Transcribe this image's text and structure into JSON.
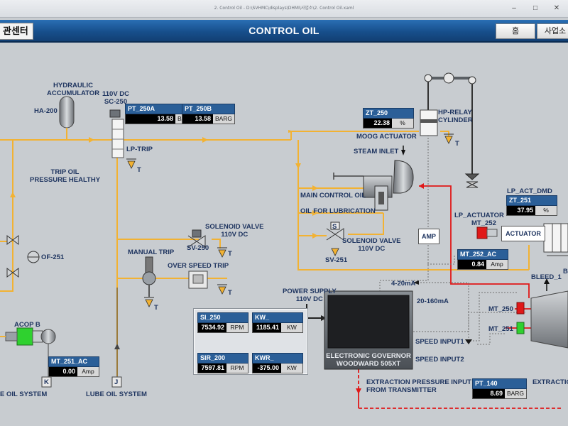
{
  "window": {
    "title": "2. Control Oil    - D:\\SVHMC\\displays\\DHMI\\사업소\\2. Control Oil.xaml",
    "minimize": "–",
    "maximize": "□",
    "close": "✕"
  },
  "header": {
    "left_tab": "관센터",
    "title": "CONTROL OIL",
    "home_button": "홈",
    "site_button": "사업소"
  },
  "labels": {
    "hydraulic_accumulator": "HYDRAULIC\nACCUMULATOR",
    "ha200": "HA-200",
    "dc110_sc250": "110V DC\nSC-250",
    "lp_trip": "LP-TRIP",
    "t1": "T",
    "trip_oil": "TRIP OIL\nPRESSURE HEALTHY",
    "of251": "OF-251",
    "solenoid_valve_1": "SOLENOID VALVE\n110V DC",
    "sv250": "SV-250",
    "t2": "T",
    "manual_trip": "MANUAL TRIP",
    "over_speed_trip": "OVER SPEED TRIP",
    "t3": "T",
    "t4": "T",
    "acop_b": "ACOP B",
    "k": "K",
    "j": "J",
    "lube_oil_left": "E OIL SYSTEM",
    "lube_oil_system": "LUBE OIL SYSTEM",
    "moog_actuator": "MOOG ACTUATOR",
    "hp_relay": "HP-RELAY\nCYLINDER",
    "t5": "T",
    "steam_inlet": "STEAM INLET",
    "main_control_oil": "MAIN CONTROL OIL",
    "oil_lub": "OIL FOR LUBRICATION",
    "s": "S",
    "solenoid_valve_2": "SOLENOID VALVE\n110V DC",
    "sv251": "SV-251",
    "amp": "AMP",
    "lp_act_dmd": "LP_ACT_DMD",
    "lp_actuator": "LP_ACTUATOR",
    "mt252": "MT_252",
    "actuator": "ACTUATOR",
    "bleed": "BLEED_1",
    "b_right": "B",
    "ma420": "4-20mA",
    "power_supply": "POWER SUPPLY\n110V DC",
    "ma20160": "20-160mA",
    "mt250": "MT_250",
    "mt251": "MT_251",
    "speed_input1": "SPEED INPUT1",
    "speed_input2": "SPEED INPUT2",
    "governor": "ELECTRONIC GOVERNOR\nWOODWARD 505XT",
    "extraction_pressure": "EXTRACTION PRESSURE INPUT\nFROM TRANSMITTER",
    "extraction_right": "EXTRACTIO"
  },
  "tags": {
    "pt250a": {
      "name": "PT_250A",
      "value": "13.58",
      "unit": "BARG"
    },
    "pt250b": {
      "name": "PT_250B",
      "value": "13.58",
      "unit": "BARG"
    },
    "zt250": {
      "name": "ZT_250",
      "value": "22.38",
      "unit": "%"
    },
    "zt251": {
      "name": "ZT_251",
      "value": "37.95",
      "unit": "%"
    },
    "mt252ac": {
      "name": "MT_252_AC",
      "value": "0.84",
      "unit": "Amp"
    },
    "mt251ac": {
      "name": "MT_251_AC",
      "value": "0.00",
      "unit": "Amp"
    },
    "pt140": {
      "name": "PT_140",
      "value": "8.69",
      "unit": "BARG"
    }
  },
  "speed_panel": {
    "si250": {
      "name": "SI_250",
      "value": "7534.92",
      "unit": "RPM"
    },
    "kw": {
      "name": "KW_",
      "value": "1185.41",
      "unit": "KW"
    },
    "sir200": {
      "name": "SIR_200",
      "value": "7597.81",
      "unit": "RPM"
    },
    "kwr": {
      "name": "KWR_",
      "value": "-375.00",
      "unit": "KW"
    }
  },
  "colors": {
    "control_oil": "#f2b233",
    "signal_red": "#e01818",
    "motor_on": "#2fd12f",
    "motor_alarm": "#e01818",
    "header_blue": "#1b5796"
  }
}
